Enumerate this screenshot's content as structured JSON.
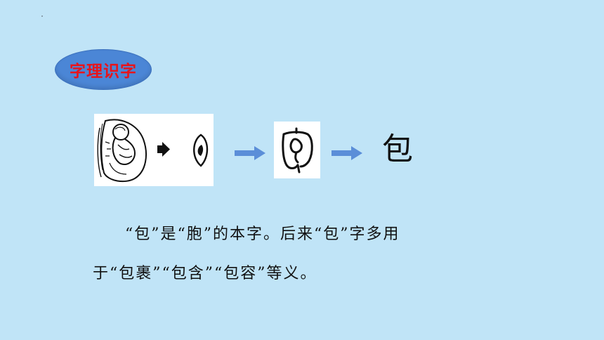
{
  "slide": {
    "background": "#c0e4f7",
    "badge": {
      "label": "字理识字",
      "label_color": "#e8141b",
      "fill": "#4b86d6"
    },
    "evolution": {
      "images": [
        "fetus-in-womb-drawing",
        "oracle-bone-glyph",
        "seal-script-glyph"
      ],
      "arrows": [
        "black-arrow",
        "blue-arrow",
        "blue-arrow"
      ],
      "character": "包"
    },
    "paragraph": {
      "line1": "“包”是“胞”的本字。后来“包”字多用",
      "line2": "于“包裹”“包含”“包容”等义。"
    }
  }
}
